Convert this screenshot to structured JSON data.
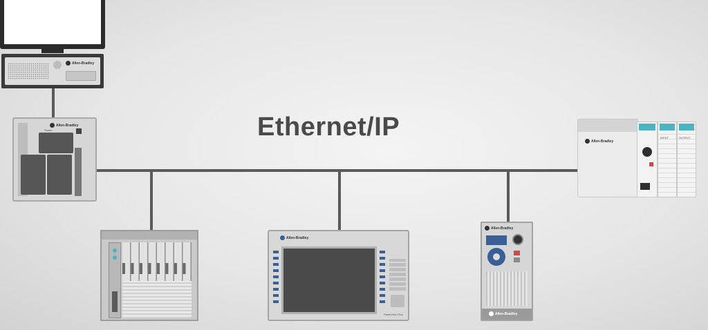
{
  "diagram": {
    "title": "Ethernet/IP"
  },
  "devices": {
    "workstation": {
      "brand": "Allen-Bradley"
    },
    "switch": {
      "brand": "Allen-Bradley",
      "model": "Stratix"
    },
    "io_rack": {},
    "hmi": {
      "brand": "Allen-Bradley",
      "model": "PanelView Plus"
    },
    "drive": {
      "brand": "Allen-Bradley",
      "brand_bottom": "Allen-Bradley"
    },
    "controller": {
      "brand": "Allen-Bradley",
      "module_labels": [
        "INPUT",
        "OUTPUT"
      ]
    }
  },
  "colors": {
    "wire": "#5a5a5a",
    "title": "#4a4a4a",
    "accent_teal": "#4ab3c4",
    "drive_blue": "#3a5f96",
    "status_red": "#d64545"
  }
}
